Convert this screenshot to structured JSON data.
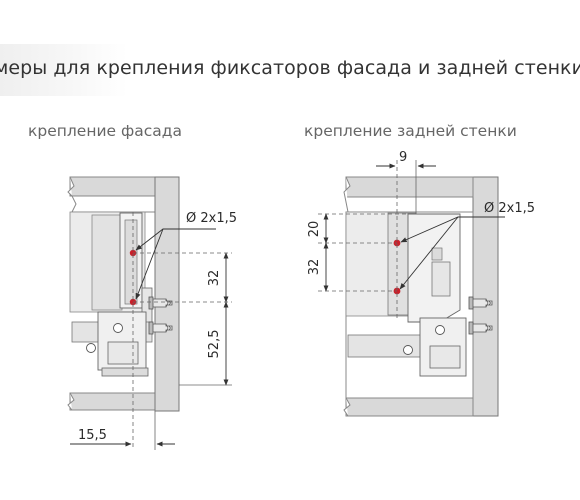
{
  "title": "меры для крепления фиксаторов фасада и задней стенки",
  "left_panel": {
    "caption": "крепление фасада",
    "hole_label": "Ø 2x1,5",
    "dim_spacing": "32",
    "dim_bottom": "52,5",
    "dim_offset": "15,5"
  },
  "right_panel": {
    "caption": "крепление задней стенки",
    "dim_top_offset": "9",
    "hole_label": "Ø 2x1,5",
    "dim_top": "20",
    "dim_spacing": "32"
  },
  "colors": {
    "hole": "#c8202a",
    "panel_fill": "#d9d9d9",
    "panel_stroke": "#777777",
    "dim_line": "#333333"
  }
}
